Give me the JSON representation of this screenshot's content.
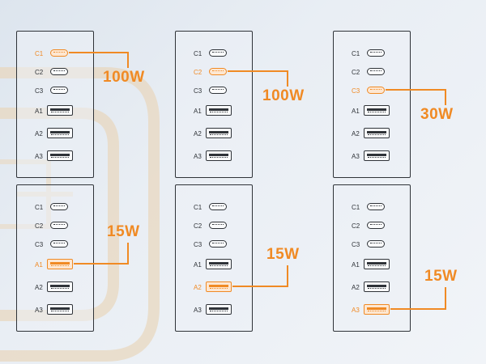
{
  "ports": [
    "C1",
    "C2",
    "C3",
    "A1",
    "A2",
    "A3"
  ],
  "panels": [
    {
      "active": "C1",
      "watt": "100W"
    },
    {
      "active": "C2",
      "watt": "100W"
    },
    {
      "active": "C3",
      "watt": "30W"
    },
    {
      "active": "A1",
      "watt": "15W"
    },
    {
      "active": "A2",
      "watt": "15W"
    },
    {
      "active": "A3",
      "watt": "15W"
    }
  ],
  "colors": {
    "highlight": "#f08a24",
    "outline": "#2f3338"
  }
}
